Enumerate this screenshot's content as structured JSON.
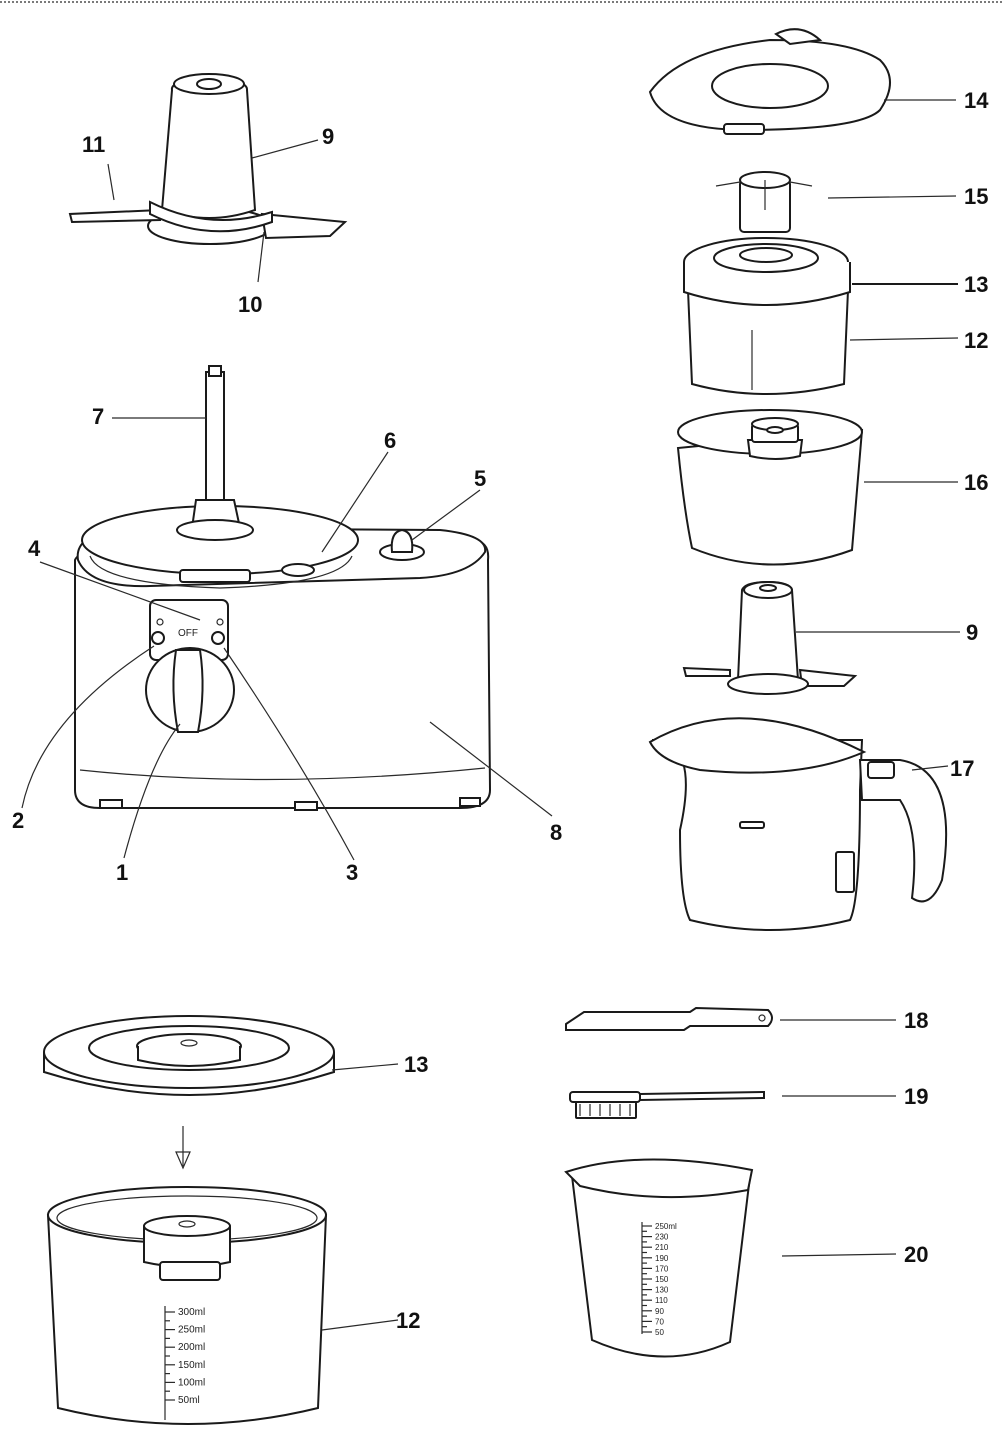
{
  "callouts": {
    "c1": "1",
    "c2": "2",
    "c3": "3",
    "c4": "4",
    "c5": "5",
    "c6": "6",
    "c7": "7",
    "c8": "8",
    "c9": "9",
    "c10": "10",
    "c11": "11",
    "c12": "12",
    "c13": "13",
    "c14": "14",
    "c15": "15",
    "c16": "16",
    "c17": "17",
    "c18": "18",
    "c19": "19",
    "c20": "20"
  },
  "labels_on_device": {
    "off": "OFF"
  },
  "bowl_scale": [
    "300ml",
    "250ml",
    "200ml",
    "150ml",
    "100ml",
    "50ml"
  ],
  "cup_scale": [
    "250ml",
    "230",
    "210",
    "190",
    "170",
    "150",
    "130",
    "110",
    "90",
    "70",
    "50"
  ],
  "colors": {
    "line": "#1a1a1a",
    "background": "#ffffff"
  }
}
